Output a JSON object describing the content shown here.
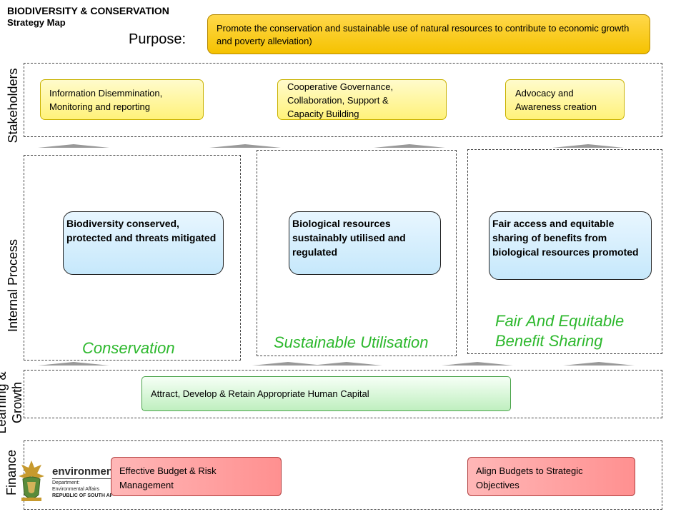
{
  "header": {
    "title": "BIODIVERSITY & CONSERVATION",
    "subtitle": "Strategy Map"
  },
  "purpose": {
    "label": "Purpose:",
    "text": "Promote the conservation and sustainable use of natural resources to contribute to economic growth and poverty alleviation)"
  },
  "perspectives": {
    "stakeholders": "Stakeholders",
    "internal_process": "Internal Process",
    "learning_line1": "Learning &",
    "learning_line2": "Growth",
    "finance": "Finance"
  },
  "stakeholder_objectives": [
    {
      "line1": "Information Disemmination,",
      "line2": "Monitoring and reporting",
      "line3": ""
    },
    {
      "line1": "Cooperative Governance,",
      "line2": "Collaboration, Support  &",
      "line3": "Capacity Building"
    },
    {
      "line1": "Advocacy and",
      "line2": "Awareness creation",
      "line3": ""
    }
  ],
  "process_objectives": [
    {
      "text": "Biodiversity conserved, protected and threats mitigated"
    },
    {
      "text": "Biological resources sustainably utilised and regulated"
    },
    {
      "text": "Fair access and equitable sharing of benefits from biological resources promoted"
    }
  ],
  "themes": {
    "conservation": "Conservation",
    "sustainable": "Sustainable Utilisation",
    "fair_line1": "Fair And Equitable",
    "fair_line2": "Benefit Sharing"
  },
  "learning_objective": "Attract, Develop & Retain Appropriate Human Capital",
  "finance_objectives": [
    {
      "text": "Effective Budget & Risk Management"
    },
    {
      "text": "Align Budgets to Strategic Objectives"
    }
  ],
  "logo": {
    "word": "environment",
    "line1": "Department:",
    "line2": "Environmental Affairs",
    "line3": "REPUBLIC OF SOUTH AFRICA"
  },
  "colors": {
    "purpose_fill": "#f5c200",
    "theme_green": "#2db82d",
    "process_fill": "#c6e8fb",
    "finance_fill": "#ff9090"
  }
}
